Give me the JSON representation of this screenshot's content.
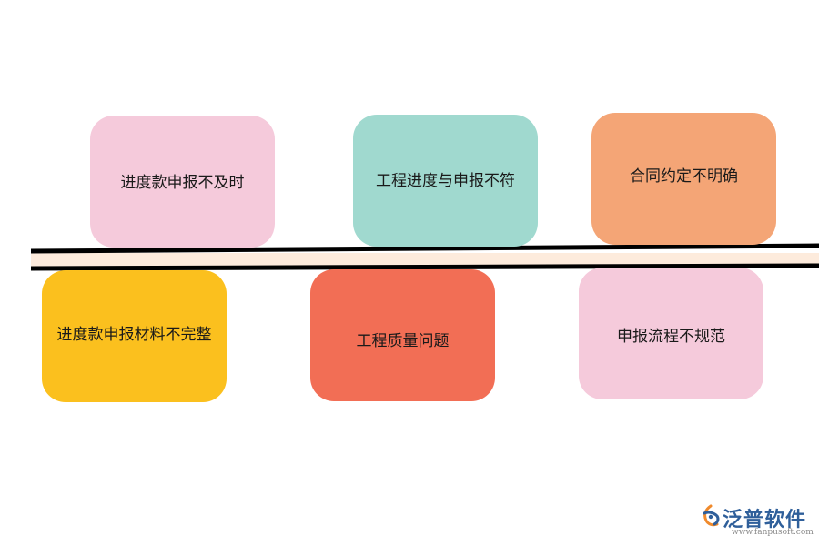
{
  "diagram": {
    "top_row": [
      {
        "label": "进度款申报不及时",
        "color": "#f5cadb"
      },
      {
        "label": "工程进度与申报不符",
        "color": "#a0d9cf"
      },
      {
        "label": "合同约定不明确",
        "color": "#f4a576"
      }
    ],
    "bottom_row": [
      {
        "label": "进度款申报材料不完整",
        "color": "#fbc01e"
      },
      {
        "label": "工程质量问题",
        "color": "#f26e55"
      },
      {
        "label": "申报流程不规范",
        "color": "#f5cadb"
      }
    ],
    "spine": {
      "line_color": "#000000",
      "fill_color": "#fdebdc"
    }
  },
  "logo": {
    "name": "泛普软件",
    "url": "www.fanpusoft.com"
  }
}
